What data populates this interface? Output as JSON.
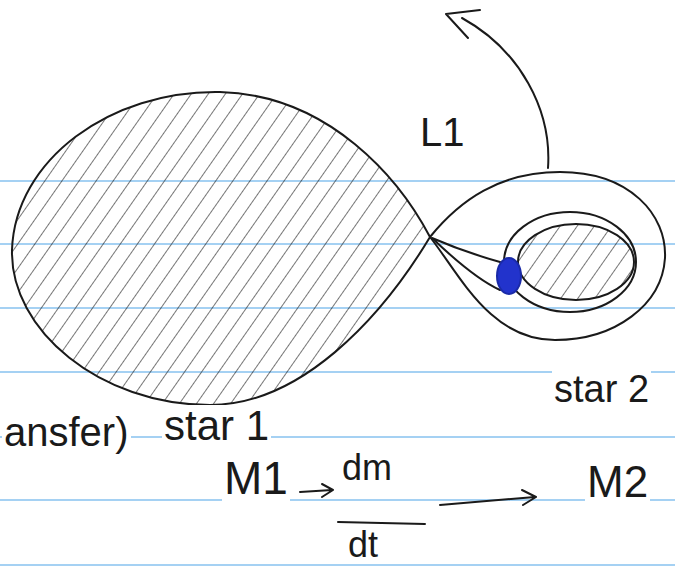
{
  "diagram": {
    "labels": [
      "L1",
      "ansfer)",
      "star 1",
      "star 2",
      "M1",
      "dm",
      "dt",
      "M2"
    ]
  }
}
